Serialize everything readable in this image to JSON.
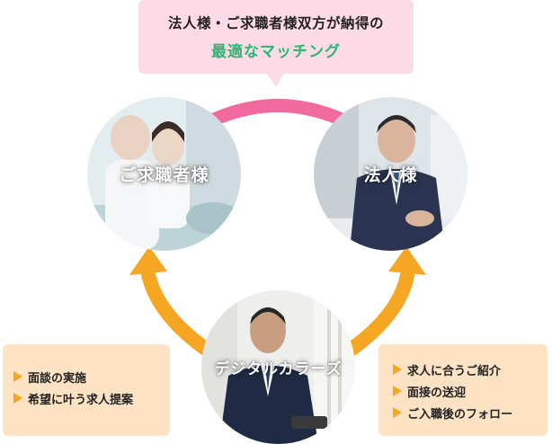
{
  "callout": {
    "line1": "法人様・ご求職者様双方が納得の",
    "line2": "最適なマッチング"
  },
  "nodes": {
    "seeker": "ご求職者様",
    "company": "法人様",
    "digital": "デジタルカラーズ"
  },
  "left_panel": {
    "items": [
      "面談の実施",
      "希望に叶う求人提案"
    ]
  },
  "right_panel": {
    "items": [
      "求人に合うご紹介",
      "面接の送迎",
      "ご入職後のフォロー"
    ]
  },
  "colors": {
    "pink_link": "#f06a9e",
    "callout_bg": "#fcdbe6",
    "accent_green": "#2bb673",
    "arrow_orange": "#f5a623",
    "panel_bg": "#fde3c4"
  }
}
